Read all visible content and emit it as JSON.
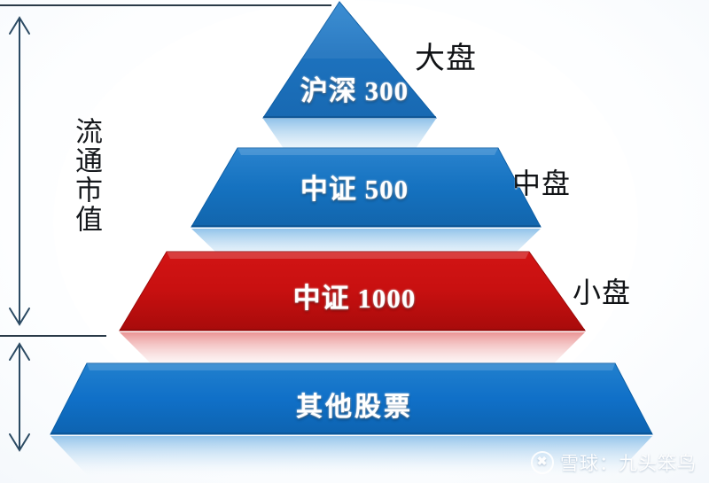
{
  "diagram": {
    "title_axis_vertical": "流通市值",
    "side_labels": {
      "large_cap": "大盘",
      "mid_cap": "中盘",
      "small_cap": "小盘"
    },
    "layers": [
      {
        "id": "hs300",
        "label": "沪深 300",
        "shape": "triangle",
        "color": "#1D72BE",
        "side_label": "大盘"
      },
      {
        "id": "zz500",
        "label": "中证 500",
        "shape": "trapezoid",
        "color": "#1572C0",
        "side_label": "中盘"
      },
      {
        "id": "zz1000",
        "label": "中证 1000",
        "shape": "trapezoid",
        "color": "#C81010",
        "side_label": "小盘"
      },
      {
        "id": "other",
        "label": "其他股票",
        "shape": "trapezoid",
        "color": "#1070C8",
        "side_label": ""
      }
    ],
    "watermark": {
      "logo": "xueqiu-logo-icon",
      "text": "雪球：九头笨鸟"
    },
    "colors": {
      "blue": "#1070C8",
      "blue_dark": "#0F5FA8",
      "red": "#C81010",
      "red_dark": "#A00C0C",
      "arrow": "#2B4A63",
      "rule": "#2A3A48",
      "text_dark": "#111316"
    }
  }
}
